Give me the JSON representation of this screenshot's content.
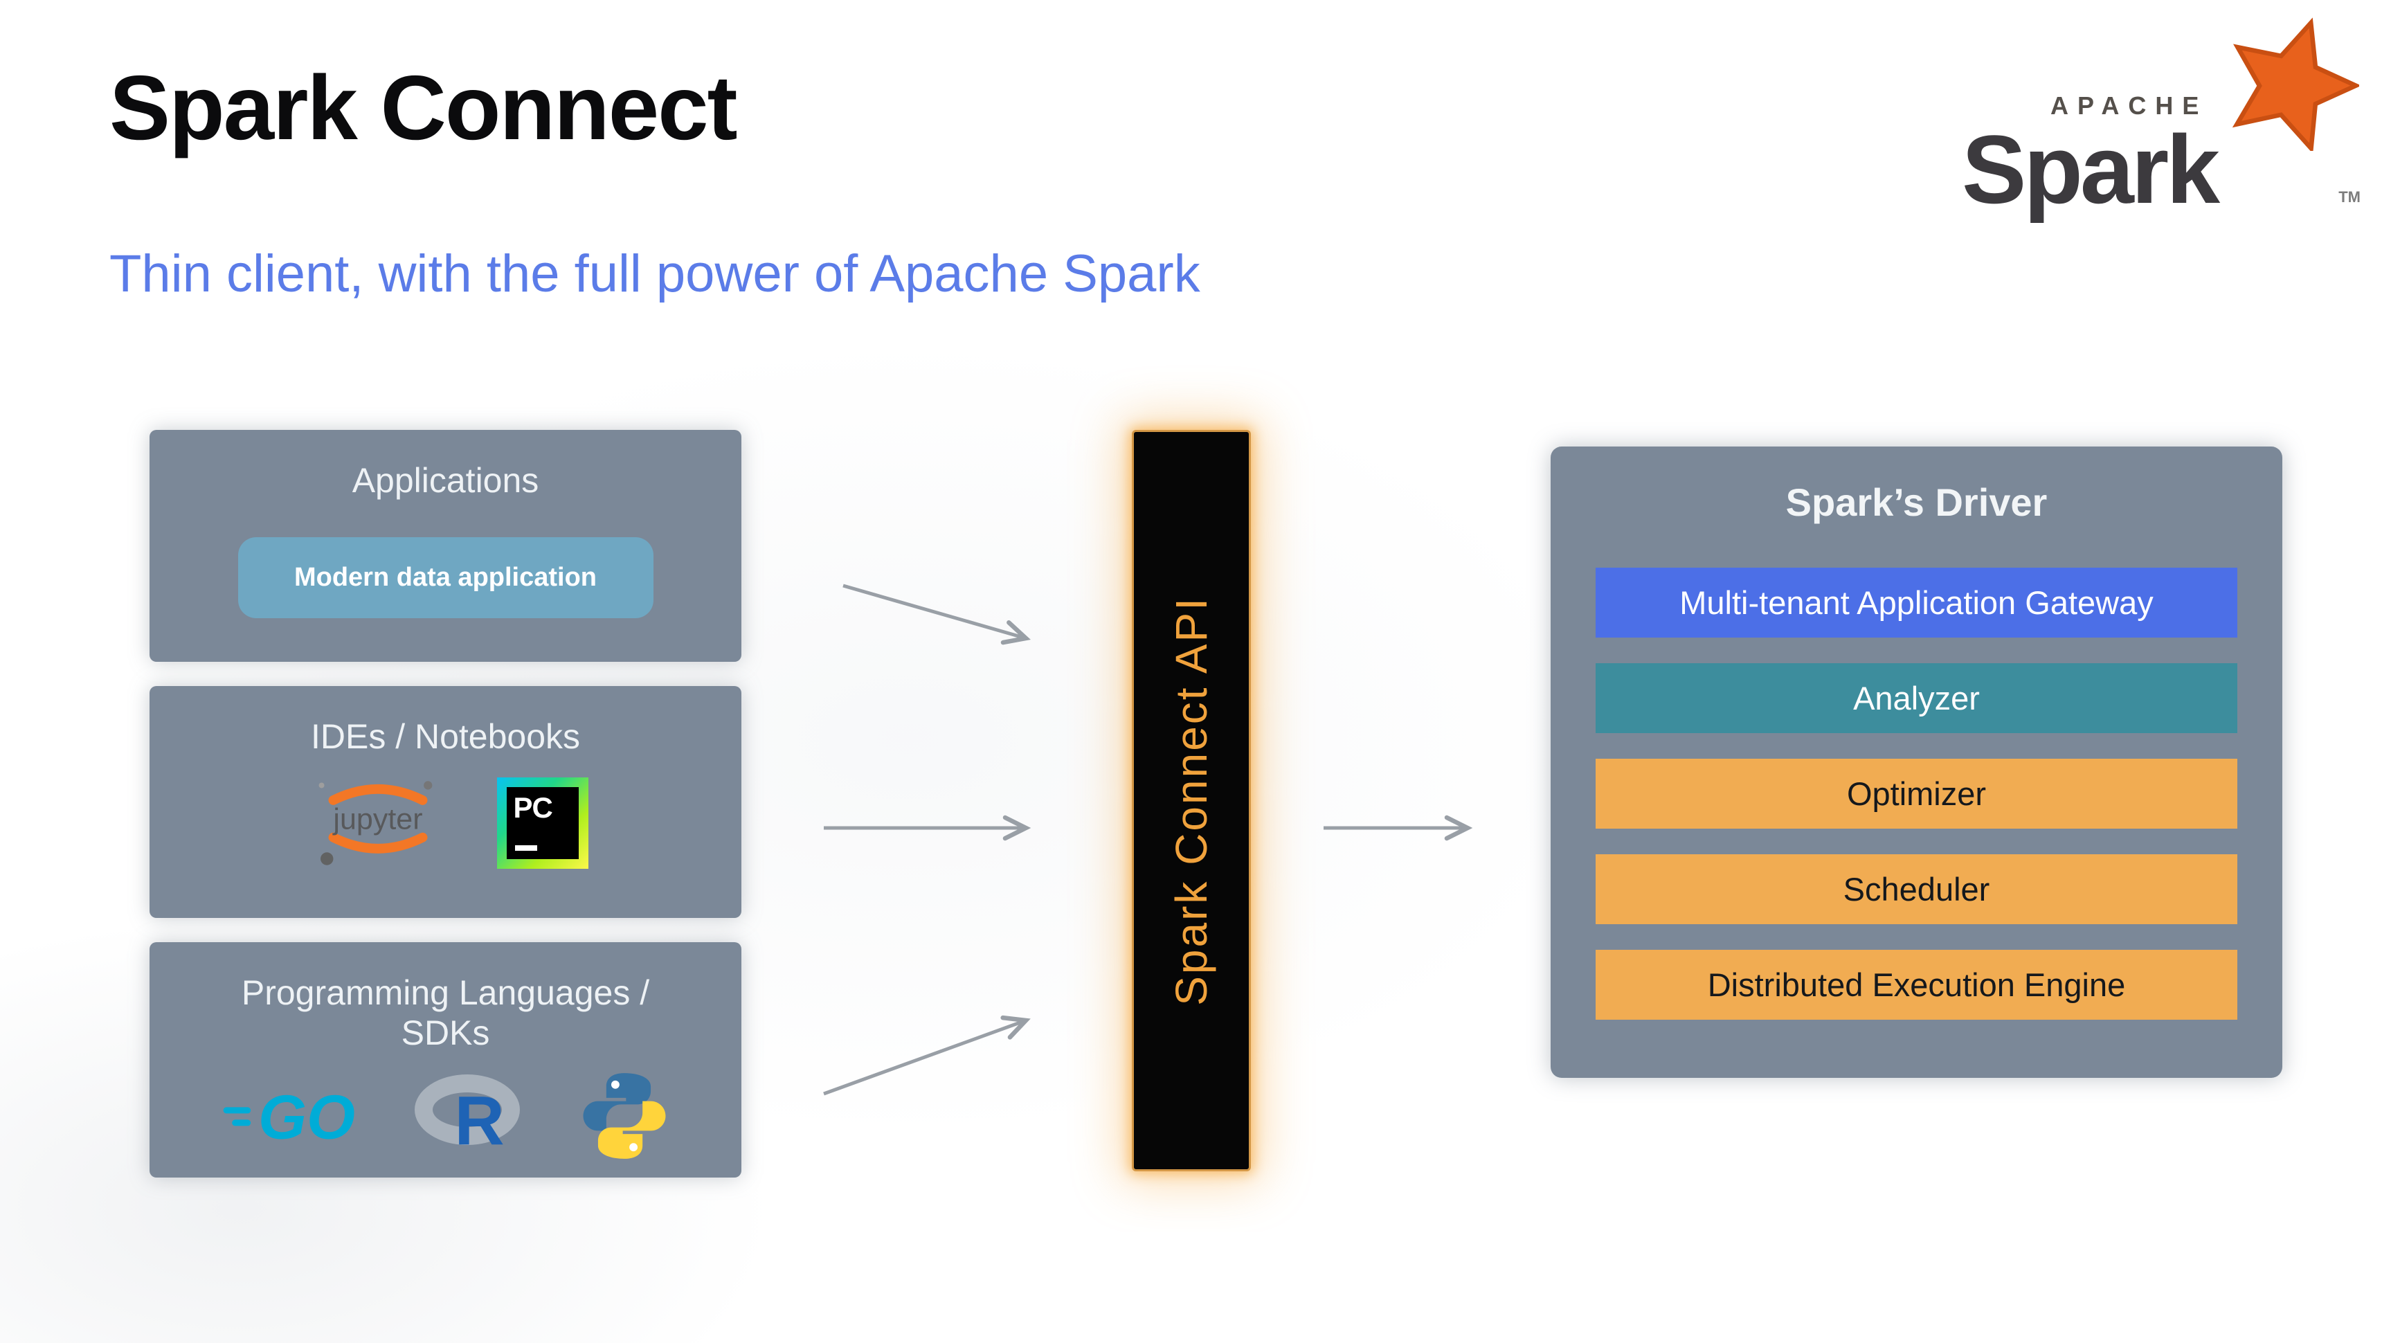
{
  "slide": {
    "title": "Spark Connect",
    "subtitle": "Thin client, with the full power of Apache Spark"
  },
  "apache_spark_logo": {
    "apache_text": "APACHE",
    "spark_text": "Spark",
    "tm_text": "TM"
  },
  "sources": {
    "applications": {
      "title": "Applications",
      "item": "Modern data application"
    },
    "ides": {
      "title": "IDEs / Notebooks",
      "jupyter_label": "jupyter",
      "pycharm_label": "PC"
    },
    "languages": {
      "title": "Programming Languages / SDKs",
      "go_label": "GO",
      "r_label": "R"
    }
  },
  "connector": {
    "label": "Spark Connect API"
  },
  "driver": {
    "title": "Spark’s Driver",
    "components": [
      {
        "label": "Multi-tenant Application Gateway",
        "color": "#4C6FE7",
        "text_color": "#FFFFFF"
      },
      {
        "label": "Analyzer",
        "color": "#3D8D9D",
        "text_color": "#FFFFFF"
      },
      {
        "label": "Optimizer",
        "color": "#F1AC52",
        "text_color": "#15181C"
      },
      {
        "label": "Scheduler",
        "color": "#F1AC52",
        "text_color": "#15181C"
      },
      {
        "label": "Distributed Execution Engine",
        "color": "#F1AC52",
        "text_color": "#15181C"
      }
    ]
  },
  "colors": {
    "subtitle_blue": "#5B7CE8",
    "panel_gray": "#7B8898",
    "chip_steel_blue": "#6FA7C2",
    "connector_background": "#060606",
    "connector_glow_orange": "#F5A73C",
    "connector_text_orange": "#F0A23C",
    "arrow_gray": "#999FA6",
    "spark_logo_orange": "#E8611C"
  }
}
